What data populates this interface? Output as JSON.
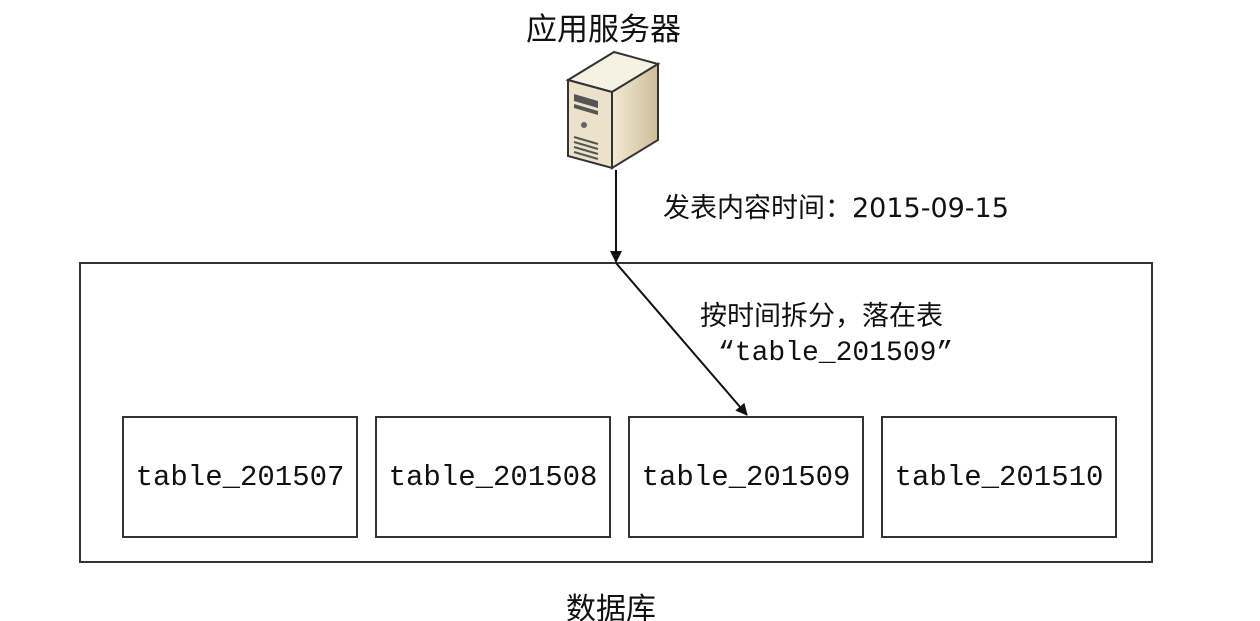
{
  "server": {
    "label": "应用服务器",
    "icon": "server-icon"
  },
  "request_label": "发表内容时间：2015-09-15",
  "routing_label": {
    "line1": "按时间拆分，落在表",
    "line2": "“table_201509”"
  },
  "database": {
    "label": "数据库",
    "tables": [
      "table_201507",
      "table_201508",
      "table_201509",
      "table_201510"
    ],
    "target_table": "table_201509"
  }
}
